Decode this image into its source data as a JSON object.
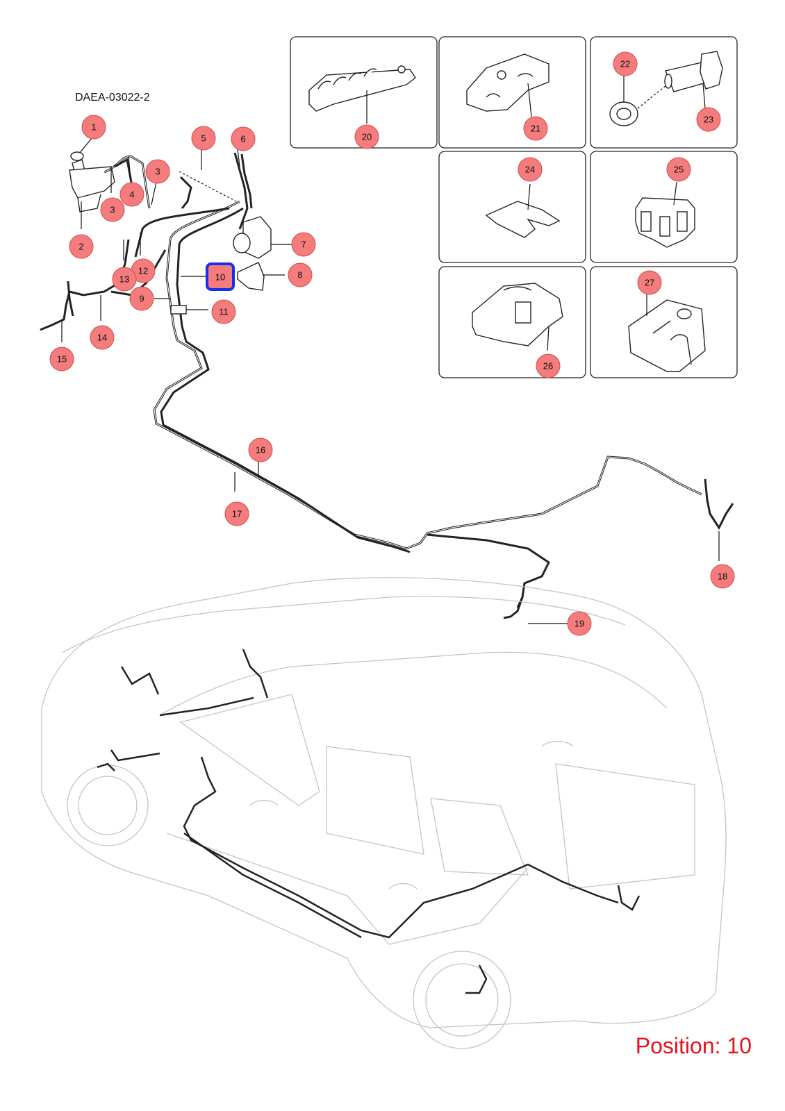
{
  "diagram": {
    "doc_code": "DAEA-03022-2",
    "position_label": "Position: 10",
    "selected_part": "10",
    "colors": {
      "callout_fill": "#f57c7c",
      "selection_outline": "#1a2fe8",
      "position_text": "#e8121b"
    },
    "callouts": [
      {
        "id": "1",
        "label": "1"
      },
      {
        "id": "2",
        "label": "2"
      },
      {
        "id": "3a",
        "label": "3"
      },
      {
        "id": "3b",
        "label": "3"
      },
      {
        "id": "4",
        "label": "4"
      },
      {
        "id": "5",
        "label": "5"
      },
      {
        "id": "6",
        "label": "6"
      },
      {
        "id": "7",
        "label": "7"
      },
      {
        "id": "8",
        "label": "8"
      },
      {
        "id": "9",
        "label": "9"
      },
      {
        "id": "10",
        "label": "10"
      },
      {
        "id": "11",
        "label": "11"
      },
      {
        "id": "12",
        "label": "12"
      },
      {
        "id": "13",
        "label": "13"
      },
      {
        "id": "14",
        "label": "14"
      },
      {
        "id": "15",
        "label": "15"
      },
      {
        "id": "16",
        "label": "16"
      },
      {
        "id": "17",
        "label": "17"
      },
      {
        "id": "18",
        "label": "18"
      },
      {
        "id": "19",
        "label": "19"
      },
      {
        "id": "20",
        "label": "20"
      },
      {
        "id": "21",
        "label": "21"
      },
      {
        "id": "22",
        "label": "22"
      },
      {
        "id": "23",
        "label": "23"
      },
      {
        "id": "24",
        "label": "24"
      },
      {
        "id": "25",
        "label": "25"
      },
      {
        "id": "26",
        "label": "26"
      },
      {
        "id": "27",
        "label": "27"
      }
    ]
  }
}
